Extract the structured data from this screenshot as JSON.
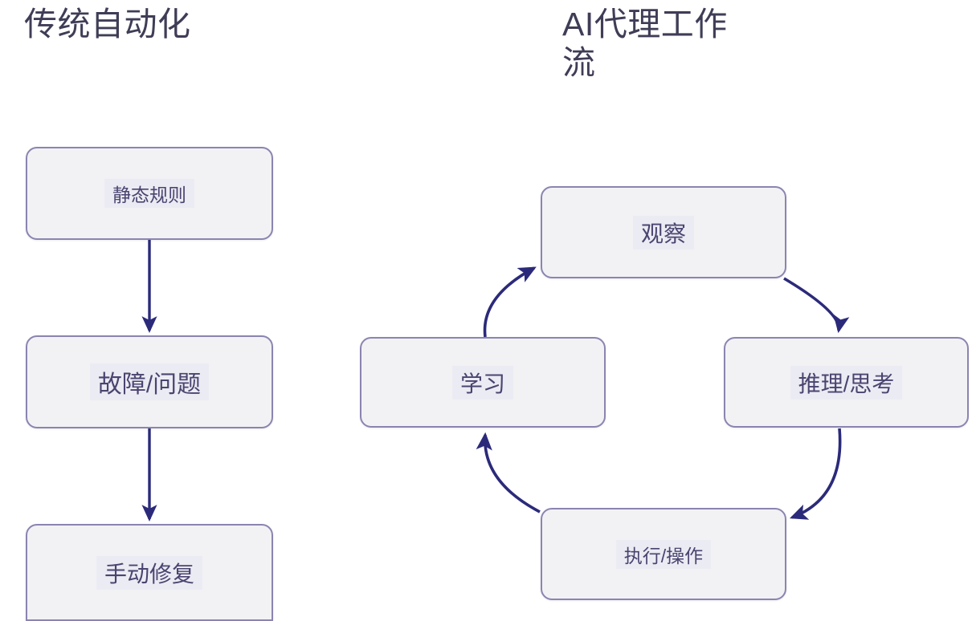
{
  "panels": {
    "left": {
      "title": "传统自动化",
      "type": "linear-flow",
      "nodes": [
        {
          "id": "static-rules",
          "label": "静态规则"
        },
        {
          "id": "fault-issue",
          "label": "故障/问题"
        },
        {
          "id": "manual-fix",
          "label": "手动修复"
        }
      ],
      "connectors": [
        {
          "from": "static-rules",
          "to": "fault-issue",
          "style": "straight-arrow-down"
        },
        {
          "from": "fault-issue",
          "to": "manual-fix",
          "style": "straight-arrow-down"
        }
      ]
    },
    "right": {
      "title": "AI代理工作流",
      "type": "cycle",
      "nodes": [
        {
          "id": "observe",
          "label": "观察"
        },
        {
          "id": "reason",
          "label": "推理/思考"
        },
        {
          "id": "act",
          "label": "执行/操作"
        },
        {
          "id": "learn",
          "label": "学习"
        }
      ],
      "connectors": [
        {
          "from": "observe",
          "to": "reason",
          "style": "curved-arrow-clockwise"
        },
        {
          "from": "reason",
          "to": "act",
          "style": "curved-arrow-clockwise"
        },
        {
          "from": "act",
          "to": "learn",
          "style": "curved-arrow-clockwise"
        },
        {
          "from": "learn",
          "to": "observe",
          "style": "curved-arrow-clockwise"
        }
      ]
    }
  },
  "colors": {
    "title_text": "#3f3d56",
    "node_fill": "#f2f2f5",
    "node_border": "#8a85b0",
    "node_label_text": "#4a4470",
    "node_label_highlight": "#ebebf3",
    "arrow": "#2b2a7a",
    "background": "#ffffff"
  }
}
